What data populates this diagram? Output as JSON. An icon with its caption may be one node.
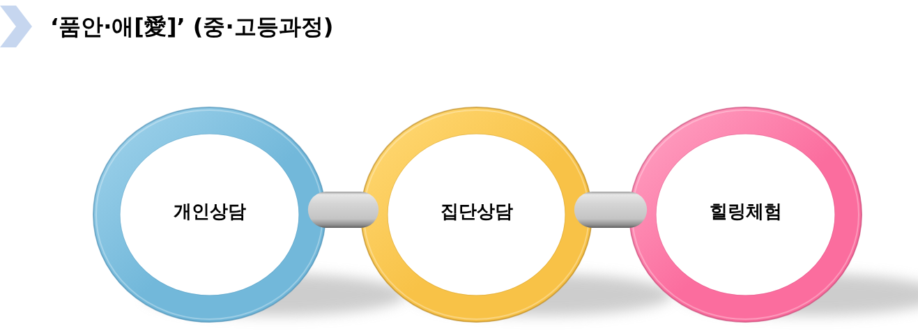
{
  "diagram": {
    "title": "‘품안·애[愛]’ (중·고등과정)",
    "nodes": [
      {
        "text": [
          "개인상담"
        ]
      },
      {
        "text": [
          "집단상담"
        ]
      },
      {
        "text": [
          "힐링체험"
        ]
      }
    ],
    "edges": [
      {
        "from": 0,
        "to": 1,
        "arrow": "none"
      },
      {
        "from": 1,
        "to": 2,
        "arrow": "none"
      }
    ]
  }
}
